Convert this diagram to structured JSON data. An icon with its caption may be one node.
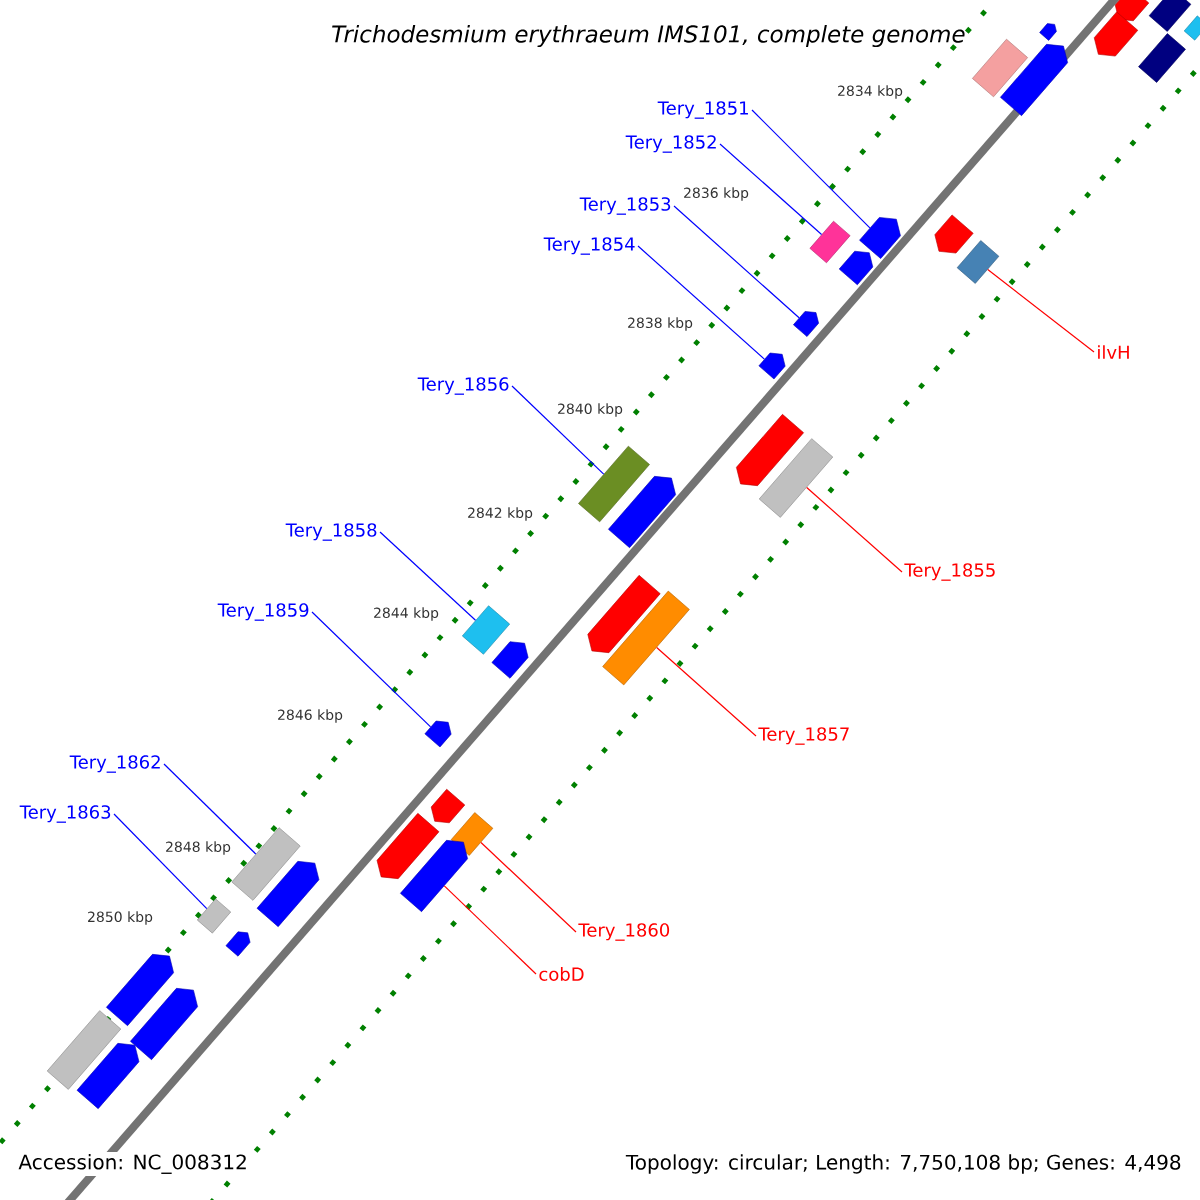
{
  "diagram": {
    "title": "Trichodesmium erythraeum IMS101, complete genome",
    "nodes": [
      {
        "text": [
          "Tery_1851"
        ]
      },
      {
        "text": [],
        "shape": "arrow"
      },
      {
        "text": [
          "Tery_1852"
        ]
      },
      {
        "text": [],
        "shape": "box"
      },
      {
        "text": [
          "Tery_1853"
        ]
      },
      {
        "text": [],
        "shape": "arrow"
      },
      {
        "text": [
          "Tery_1854"
        ]
      },
      {
        "text": [],
        "shape": "arrow"
      },
      {
        "text": [
          "ilvH"
        ]
      },
      {
        "text": [],
        "shape": "box"
      },
      {
        "text": [
          "Tery_1856"
        ]
      },
      {
        "text": [],
        "shape": "box"
      },
      {
        "text": [
          "Tery_1855"
        ]
      },
      {
        "text": [],
        "shape": "box"
      },
      {
        "text": [
          "Tery_1858"
        ]
      },
      {
        "text": [],
        "shape": "box"
      },
      {
        "text": [
          "Tery_1857"
        ]
      },
      {
        "text": [],
        "shape": "box"
      },
      {
        "text": [
          "Tery_1859"
        ]
      },
      {
        "text": [],
        "shape": "arrow"
      },
      {
        "text": [
          "Tery_1862"
        ]
      },
      {
        "text": [],
        "shape": "box"
      },
      {
        "text": [
          "Tery_1863"
        ]
      },
      {
        "text": [],
        "shape": "box"
      },
      {
        "text": [
          "Tery_1860"
        ]
      },
      {
        "text": [],
        "shape": "box"
      },
      {
        "text": [
          "cobD"
        ]
      },
      {
        "text": [],
        "shape": "arrow"
      },
      {
        "text": [],
        "shape": "box"
      },
      {
        "text": [],
        "shape": "arrow"
      },
      {
        "text": [],
        "shape": "box"
      },
      {
        "text": [],
        "shape": "arrow"
      },
      {
        "text": [],
        "shape": "box"
      },
      {
        "text": [],
        "shape": "arrow"
      },
      {
        "text": [],
        "shape": "box"
      },
      {
        "text": [],
        "shape": "arrow"
      },
      {
        "text": [],
        "shape": "arrow"
      },
      {
        "text": [],
        "shape": "arrow"
      },
      {
        "text": [],
        "shape": "arrow"
      },
      {
        "text": [],
        "shape": "arrow"
      },
      {
        "text": [],
        "shape": "arrow"
      },
      {
        "text": [],
        "shape": "arrow"
      },
      {
        "text": [],
        "shape": "arrow"
      },
      {
        "text": [],
        "shape": "arrow"
      },
      {
        "text": [],
        "shape": "arrow"
      },
      {
        "text": [],
        "shape": "arrow"
      },
      {
        "text": [],
        "shape": "arrow"
      },
      {
        "text": [],
        "shape": "arrow"
      },
      {
        "text": [],
        "shape": "box"
      },
      {
        "text": [],
        "shape": "arrow"
      }
    ],
    "edges": [
      {
        "from": 0,
        "to": 1,
        "arrow": "none"
      },
      {
        "from": 2,
        "to": 3,
        "arrow": "none"
      },
      {
        "from": 4,
        "to": 5,
        "arrow": "none"
      },
      {
        "from": 6,
        "to": 7,
        "arrow": "none"
      },
      {
        "from": 8,
        "to": 9,
        "arrow": "none",
        "color": "#ff0000"
      },
      {
        "from": 10,
        "to": 11,
        "arrow": "none"
      },
      {
        "from": 12,
        "to": 13,
        "arrow": "none",
        "color": "#ff0000"
      },
      {
        "from": 14,
        "to": 15,
        "arrow": "none"
      },
      {
        "from": 16,
        "to": 17,
        "arrow": "none",
        "color": "#ff0000"
      },
      {
        "from": 18,
        "to": 19,
        "arrow": "none"
      },
      {
        "from": 20,
        "to": 21,
        "arrow": "none"
      },
      {
        "from": 22,
        "to": 23,
        "arrow": "none"
      },
      {
        "from": 24,
        "to": 25,
        "arrow": "none",
        "color": "#ff0000"
      },
      {
        "from": 26,
        "to": 27,
        "arrow": "none",
        "color": "#ff0000"
      }
    ],
    "labels": [
      "2834 kbp",
      "2836 kbp",
      "2838 kbp",
      "2840 kbp",
      "2842 kbp",
      "2844 kbp",
      "2846 kbp",
      "2848 kbp",
      "2850 kbp",
      "Accession: NC_008312",
      "Topology: circular; Length: 7,750,108 bp; Genes: 4,498"
    ]
  }
}
